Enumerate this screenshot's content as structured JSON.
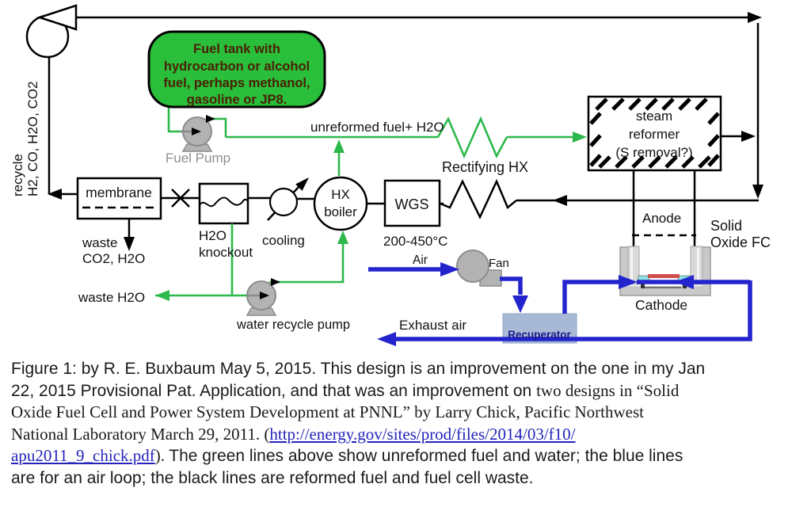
{
  "colors": {
    "green_line": "#2db84b",
    "blue_line": "#2424cf",
    "tank_fill": "#2abf3a",
    "tank_text": "#4a1f05",
    "pump_gray": "#b3b3b3",
    "recuperator_fill": "#a8b9d6",
    "recuperator_text": "#1b1b8a",
    "link_blue": "#2424bb"
  },
  "diagram": {
    "recycle_label_1": "recycle",
    "recycle_label_2": "H2, CO, H2O, CO2",
    "fuel_tank": [
      "Fuel tank with",
      "hydrocarbon or alcohol",
      "fuel, perhaps methanol,",
      "gasoline or JP8."
    ],
    "fuel_pump": "Fuel Pump",
    "unreformed": "unreformed fuel+ H2O",
    "rectifying_hx": "Rectifying HX",
    "steam_reformer": [
      "steam",
      "reformer",
      "(S removal?)"
    ],
    "membrane": "membrane",
    "h2o_knockout": [
      "H2O",
      "knockout"
    ],
    "cooling": "cooling",
    "hx_boiler": [
      "HX",
      "boiler"
    ],
    "wgs": "WGS",
    "temp_range": "200-450°C",
    "waste_1": "waste",
    "waste_2": "CO2, H2O",
    "waste_h2o": "waste H2O",
    "water_recycle_pump": "water recycle pump",
    "air": "Air",
    "fan": "Fan",
    "exhaust_air": "Exhaust air",
    "recuperator": "Recuperator",
    "anode": "Anode",
    "cathode": "Cathode",
    "solid_oxide_1": "Solid",
    "solid_oxide_2": "Oxide FC"
  },
  "caption": {
    "lines": [
      {
        "parts": [
          {
            "t": "Figure 1: by R. E. Buxbaum May 5, 2015. This design is an improvement on the one in my Jan"
          }
        ]
      },
      {
        "parts": [
          {
            "t": "22, 2015 Provisional Pat. Application, and that was an improvement on "
          },
          {
            "t": "two designs in  “Solid"
          }
        ]
      },
      {
        "parts": [
          {
            "t": "Oxide Fuel Cell and Power System Development at PNNL” by Larry Chick, Pacific Northwest"
          }
        ]
      },
      {
        "parts": [
          {
            "t": "National Laboratory March 29, 2011. ("
          },
          {
            "t": "http://energy.gov/sites/prod/files/2014/03/f10/"
          }
        ]
      },
      {
        "parts": [
          {
            "t": "apu2011_9_chick.pdf"
          },
          {
            "t": "). "
          },
          {
            "t": "The green lines above show unreformed fuel and water; the blue lines"
          }
        ]
      },
      {
        "parts": [
          {
            "t": "are for an air loop; the black lines are reformed fuel and fuel cell waste."
          }
        ]
      }
    ]
  }
}
